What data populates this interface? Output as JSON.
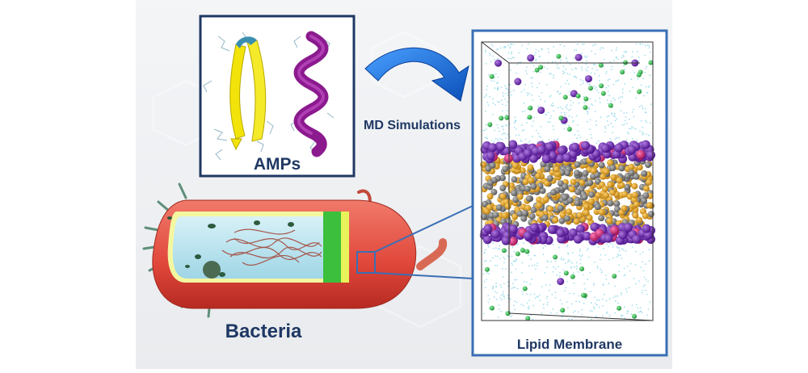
{
  "labels": {
    "amps": "AMPs",
    "md": "MD Simulations",
    "bacteria": "Bacteria",
    "membrane": "Lipid Membrane"
  },
  "colors": {
    "frame": "#1f3864",
    "membrane_frame": "#3a6fb5",
    "arrow": "#1f6fd1",
    "beta_sheet": "#f2e40a",
    "helix": "#8b1a8e",
    "water": "#8fd6e8",
    "headgroup_purple": "#6a1bb0",
    "headgroup_magenta": "#d1247a",
    "tail_orange": "#e3a323",
    "tail_gray": "#707070",
    "ion_green": "#29b34a",
    "bacteria_red": "#e0463a",
    "bacteria_inner": "#bfe6f0",
    "cell_wall_green": "#3cbf3c",
    "cell_wall_yellow": "#e8f25a"
  },
  "icons": [
    "beta-sheet-icon",
    "alpha-helix-icon",
    "curved-arrow-icon",
    "bacterium-icon",
    "membrane-box-icon"
  ]
}
